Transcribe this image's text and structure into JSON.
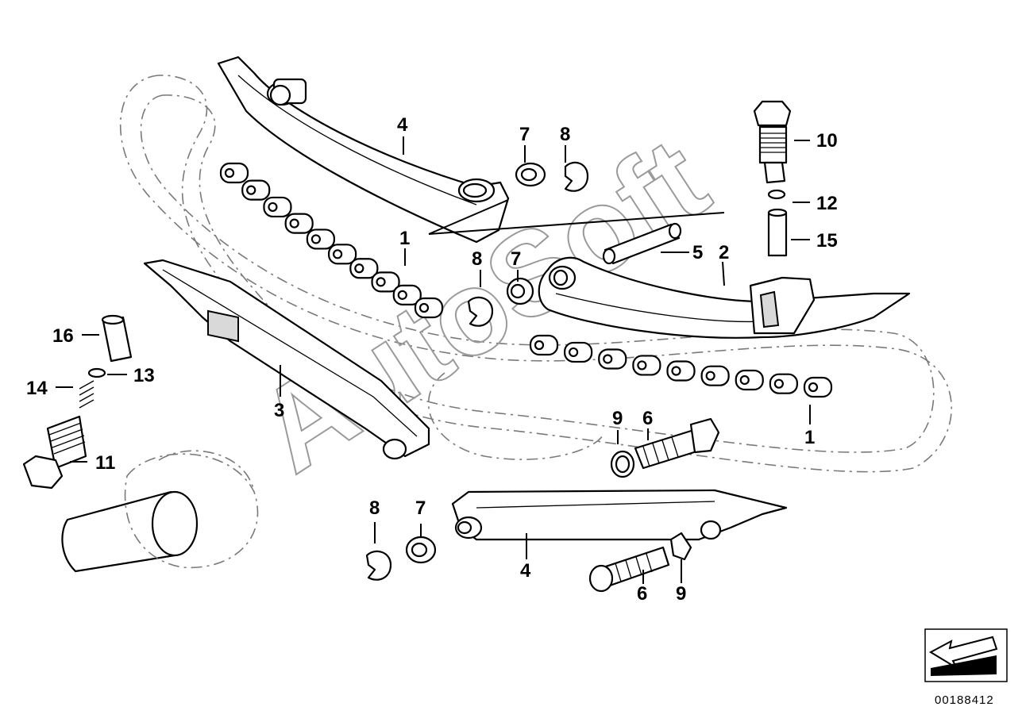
{
  "watermark": "AutoSoft",
  "figure_number": "00188412",
  "callouts": [
    {
      "id": "c-4-top",
      "text": "4"
    },
    {
      "id": "c-7-top",
      "text": "7"
    },
    {
      "id": "c-8-top",
      "text": "8"
    },
    {
      "id": "c-10",
      "text": "10"
    },
    {
      "id": "c-12",
      "text": "12"
    },
    {
      "id": "c-15",
      "text": "15"
    },
    {
      "id": "c-1-upper",
      "text": "1"
    },
    {
      "id": "c-8-mid",
      "text": "8"
    },
    {
      "id": "c-7-mid",
      "text": "7"
    },
    {
      "id": "c-5",
      "text": "5"
    },
    {
      "id": "c-2",
      "text": "2"
    },
    {
      "id": "c-16",
      "text": "16"
    },
    {
      "id": "c-14",
      "text": "14"
    },
    {
      "id": "c-13",
      "text": "13"
    },
    {
      "id": "c-3",
      "text": "3"
    },
    {
      "id": "c-11",
      "text": "11"
    },
    {
      "id": "c-9-mid",
      "text": "9"
    },
    {
      "id": "c-6-mid",
      "text": "6"
    },
    {
      "id": "c-1-right",
      "text": "1"
    },
    {
      "id": "c-8-bot",
      "text": "8"
    },
    {
      "id": "c-7-bot",
      "text": "7"
    },
    {
      "id": "c-4-bot",
      "text": "4"
    },
    {
      "id": "c-6-bot",
      "text": "6"
    },
    {
      "id": "c-9-bot",
      "text": "9"
    }
  ],
  "icons": {
    "orientation": "direction-arrow-icon",
    "chain": "timing-chain-icon",
    "sprocket": "sprocket-icon",
    "bolt": "bolt-icon",
    "washer": "washer-icon",
    "clip": "circlip-icon"
  },
  "colors": {
    "line": "#000000",
    "watermark": "#9a9a9a",
    "chain_path": "#7a7a7a",
    "shade": "#d9d9d9"
  }
}
